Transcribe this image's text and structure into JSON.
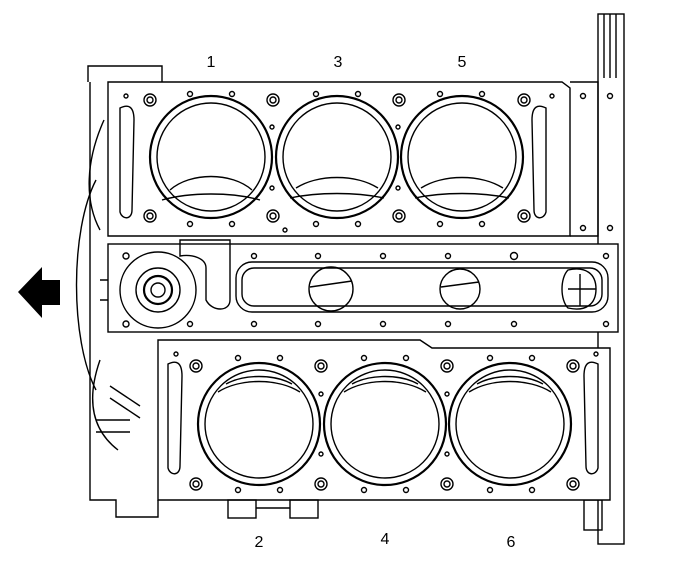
{
  "figure": {
    "description_labels": {
      "top_cylinders": [
        "1",
        "3",
        "5"
      ],
      "bottom_cylinders": [
        "2",
        "4",
        "6"
      ]
    },
    "arrow_icon": "left-arrow-icon",
    "colors": {
      "ink": "#000000",
      "paper": "#ffffff"
    }
  }
}
